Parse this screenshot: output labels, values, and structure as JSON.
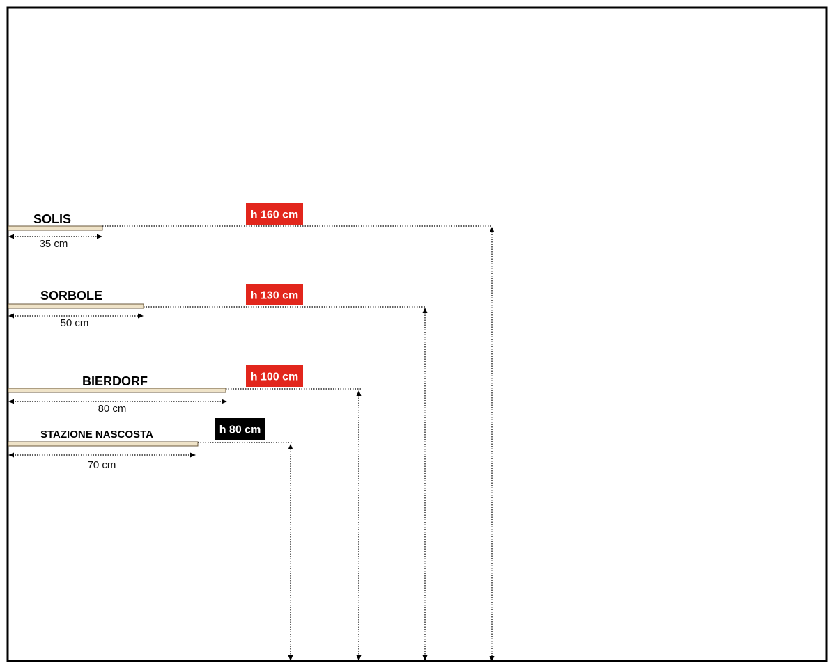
{
  "shelves": [
    {
      "name": "SOLIS",
      "width_label": "35 cm",
      "height_label": "h 160 cm",
      "width_cm": 35,
      "height_cm": 160,
      "badge_color": "#e2261c"
    },
    {
      "name": "SORBOLE",
      "width_label": "50 cm",
      "height_label": "h 130 cm",
      "width_cm": 50,
      "height_cm": 130,
      "badge_color": "#e2261c"
    },
    {
      "name": "BIERDORF",
      "width_label": "80 cm",
      "height_label": "h 100 cm",
      "width_cm": 80,
      "height_cm": 100,
      "badge_color": "#e2261c"
    },
    {
      "name": "STAZIONE NASCOSTA",
      "width_label": "70 cm",
      "height_label": "h 80 cm",
      "width_cm": 70,
      "height_cm": 80,
      "badge_color": "#000000"
    }
  ],
  "colors": {
    "frame": "#000000",
    "shelf_fill": "#efe3c8",
    "shelf_stroke": "#6b5a3c"
  }
}
